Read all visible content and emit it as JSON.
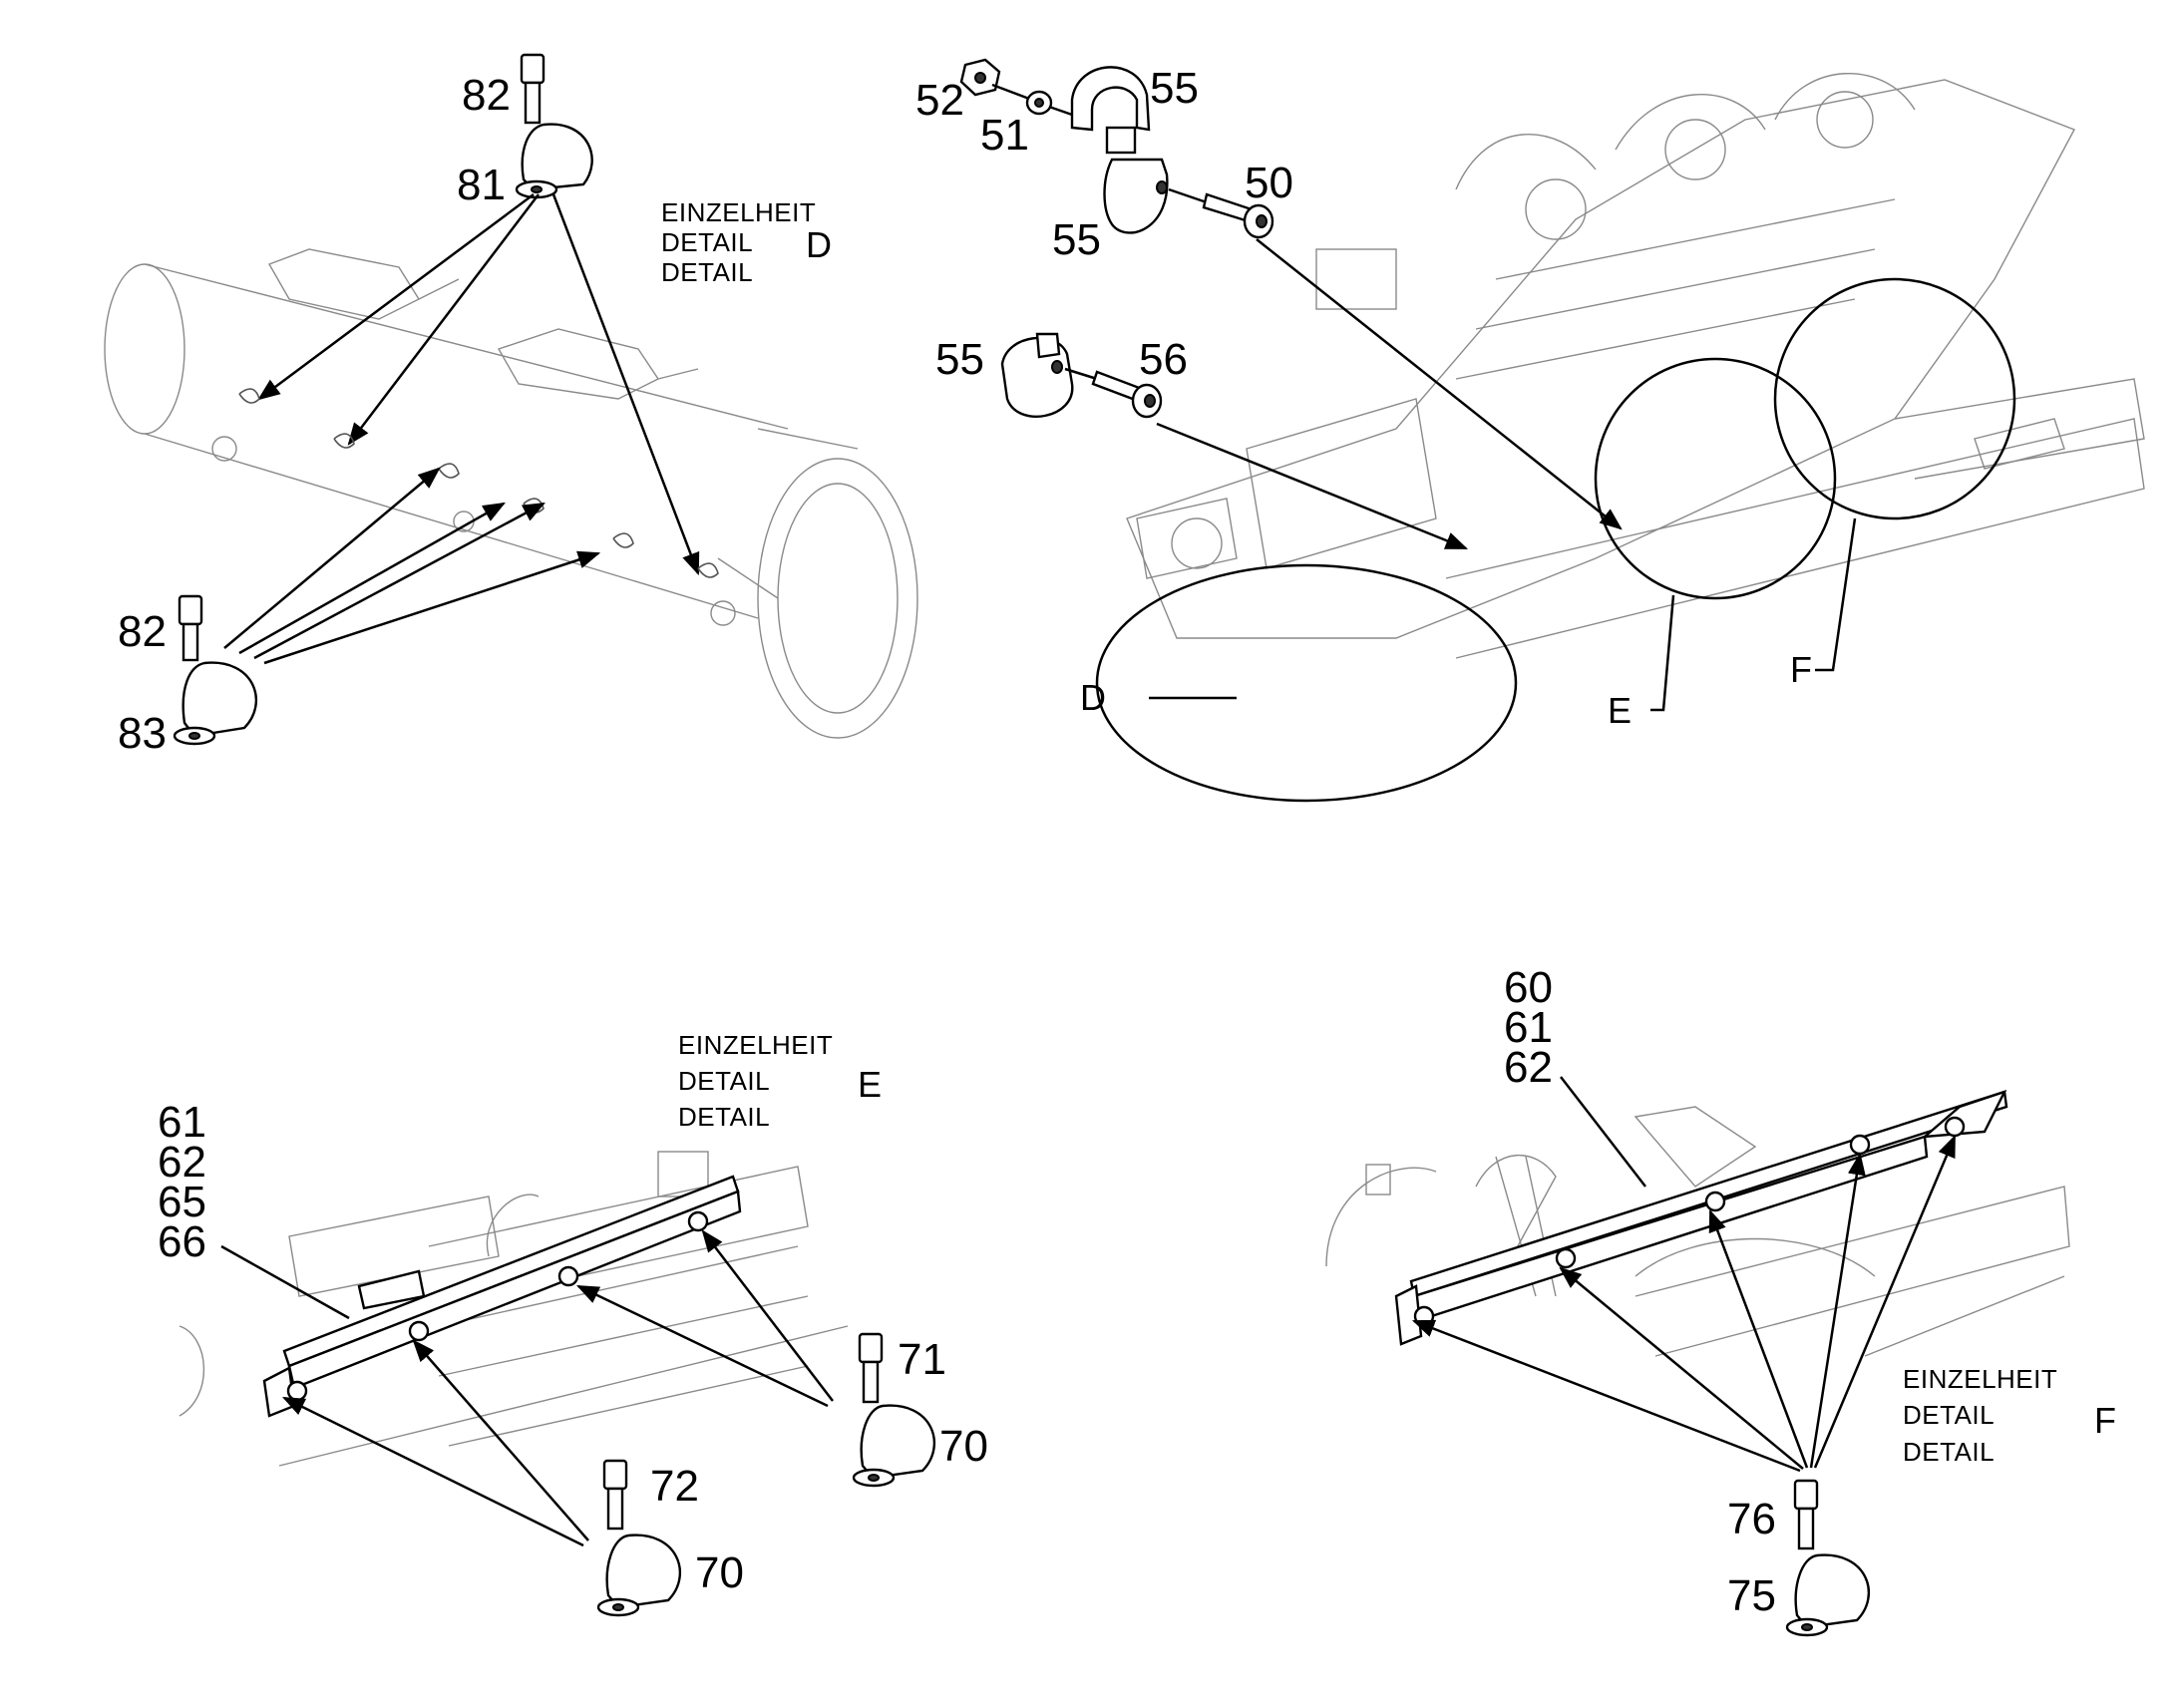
{
  "detail_headings": {
    "d": {
      "line1": "EINZELHEIT",
      "line2": "DETAIL",
      "line3": "DETAIL",
      "letter": "D"
    },
    "e": {
      "line1": "EINZELHEIT",
      "line2": "DETAIL",
      "line3": "DETAIL",
      "letter": "E"
    },
    "f": {
      "line1": "EINZELHEIT",
      "line2": "DETAIL",
      "line3": "DETAIL",
      "letter": "F"
    }
  },
  "detail_d": {
    "callouts": [
      "82",
      "81",
      "82",
      "83"
    ]
  },
  "main_view": {
    "callouts": [
      "52",
      "51",
      "55",
      "50",
      "55",
      "55",
      "56"
    ],
    "section_markers": [
      "D",
      "E",
      "F"
    ]
  },
  "detail_e": {
    "callouts": [
      "61",
      "62",
      "65",
      "66",
      "71",
      "70",
      "72",
      "70"
    ]
  },
  "detail_f": {
    "callouts": [
      "60",
      "61",
      "62",
      "76",
      "75"
    ]
  }
}
